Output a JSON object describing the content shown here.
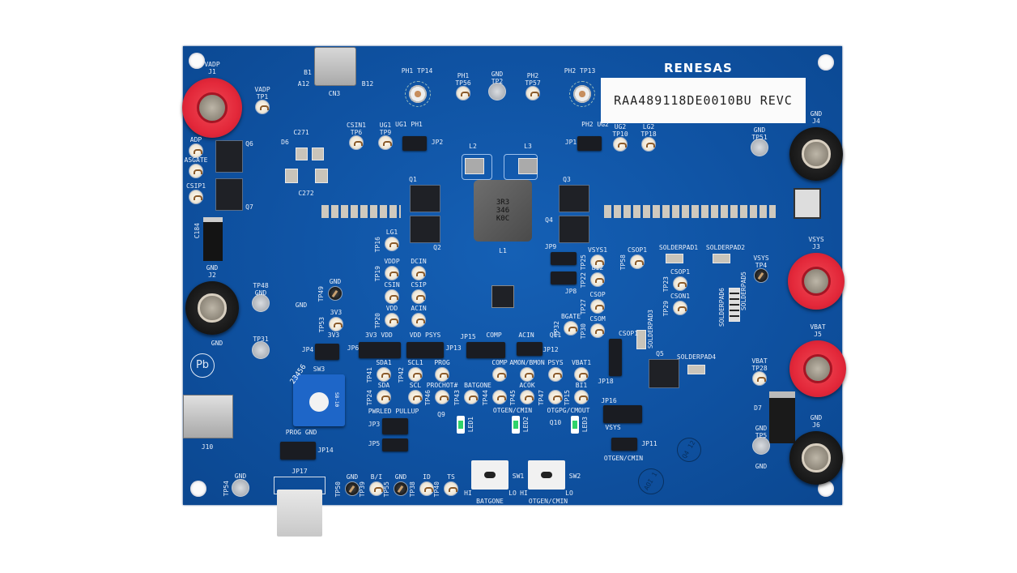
{
  "board": {
    "brand": "RENESAS",
    "part_label": "RAA489118DE0010BU REVC",
    "board_color": "#0f52a2",
    "inductor_marking": [
      "3R3",
      "346",
      "K0C"
    ],
    "rotary_switch": {
      "ref": "SW3",
      "digits": "23456",
      "marking": "S8-10"
    }
  },
  "posts": [
    {
      "name": "VADP",
      "ref": "J1",
      "color": "red"
    },
    {
      "name": "GND",
      "ref": "J4",
      "color": "black"
    },
    {
      "name": "GND",
      "ref": "J2",
      "color": "black"
    },
    {
      "name": "VSYS",
      "ref": "J3",
      "color": "red"
    },
    {
      "name": "VBAT",
      "ref": "J5",
      "color": "red"
    },
    {
      "name": "GND",
      "ref": "J6",
      "color": "black"
    }
  ],
  "testpoints": [
    {
      "label": "VADP",
      "ref": "TP1",
      "style": "white"
    },
    {
      "label": "ADP",
      "ref": "",
      "style": "white"
    },
    {
      "label": "ASGATE",
      "ref": "",
      "style": "white"
    },
    {
      "label": "CSIP1",
      "ref": "",
      "style": "white"
    },
    {
      "label": "CSIN1",
      "ref": "TP6",
      "style": "white"
    },
    {
      "label": "UG1",
      "ref": "TP9",
      "style": "white"
    },
    {
      "label": "PH1",
      "ref": "TP56",
      "style": "white"
    },
    {
      "label": "GND",
      "ref": "TP2",
      "style": "gray"
    },
    {
      "label": "PH2",
      "ref": "TP57",
      "style": "white"
    },
    {
      "label": "UG2",
      "ref": "TP10",
      "style": "white"
    },
    {
      "label": "LG2",
      "ref": "TP18",
      "style": "white"
    },
    {
      "label": "GND",
      "ref": "TP51",
      "style": "gray"
    },
    {
      "label": "LG1",
      "ref": "TP16",
      "style": "white"
    },
    {
      "label": "VDDP",
      "ref": "TP19",
      "style": "white"
    },
    {
      "label": "DCIN",
      "ref": "",
      "style": "white"
    },
    {
      "label": "CSIN",
      "ref": "",
      "style": "white"
    },
    {
      "label": "CSIP",
      "ref": "",
      "style": "white"
    },
    {
      "label": "VDD",
      "ref": "TP20",
      "style": "white"
    },
    {
      "label": "ACIN",
      "ref": "",
      "style": "white"
    },
    {
      "label": "GND",
      "ref": "TP49",
      "style": "black"
    },
    {
      "label": "3V3",
      "ref": "TP53",
      "style": "white"
    },
    {
      "label": "TP48",
      "ref": "GND",
      "style": "gray"
    },
    {
      "label": "TP31",
      "ref": "",
      "style": "gray"
    },
    {
      "label": "VSYS1",
      "ref": "TP25",
      "style": "white"
    },
    {
      "label": "BI2",
      "ref": "TP22",
      "style": "white"
    },
    {
      "label": "CSOP",
      "ref": "TP27",
      "style": "white"
    },
    {
      "label": "CSOM",
      "ref": "TP30",
      "style": "white"
    },
    {
      "label": "BGATE",
      "ref": "TP32",
      "style": "white"
    },
    {
      "label": "CSOP1",
      "ref": "TP58",
      "style": "white"
    },
    {
      "label": "CSOP1",
      "ref": "TP23",
      "style": "white"
    },
    {
      "label": "CSON1",
      "ref": "TP29",
      "style": "white"
    },
    {
      "label": "VSYS",
      "ref": "TP4",
      "style": "black"
    },
    {
      "label": "VBAT",
      "ref": "TP28",
      "style": "white"
    },
    {
      "label": "SDA1",
      "ref": "TP41",
      "style": "white"
    },
    {
      "label": "SCL1",
      "ref": "TP42",
      "style": "white"
    },
    {
      "label": "PROG",
      "ref": "",
      "style": "white"
    },
    {
      "label": "SDA",
      "ref": "TP24",
      "style": "white"
    },
    {
      "label": "SCL",
      "ref": "",
      "style": "white"
    },
    {
      "label": "PROCHOT#",
      "ref": "TP46",
      "style": "white"
    },
    {
      "label": "BATGONE",
      "ref": "TP43",
      "style": "white"
    },
    {
      "label": "COMP",
      "ref": "",
      "style": "white"
    },
    {
      "label": "AMON/BMON",
      "ref": "",
      "style": "white"
    },
    {
      "label": "PSYS",
      "ref": "",
      "style": "white"
    },
    {
      "label": "VBAT1",
      "ref": "",
      "style": "white"
    },
    {
      "label": "OTGEN/CMIN",
      "ref": "TP44",
      "style": "white"
    },
    {
      "label": "ACOK",
      "ref": "TP45",
      "style": "white"
    },
    {
      "label": "OTGPG/CMOUT",
      "ref": "TP47",
      "style": "white"
    },
    {
      "label": "BI1",
      "ref": "TP15",
      "style": "white"
    },
    {
      "label": "GND",
      "ref": "TP54",
      "style": "gray"
    },
    {
      "label": "GND",
      "ref": "TP50",
      "style": "black"
    },
    {
      "label": "B/I",
      "ref": "TP39",
      "style": "white"
    },
    {
      "label": "GND",
      "ref": "TP55",
      "style": "black"
    },
    {
      "label": "ID",
      "ref": "TP38",
      "style": "white"
    },
    {
      "label": "TS",
      "ref": "TP40",
      "style": "white"
    },
    {
      "label": "GND",
      "ref": "TP5",
      "style": "gray"
    }
  ],
  "jumpers": [
    {
      "ref": "JP2",
      "text": "UG1 PH1"
    },
    {
      "ref": "JP1",
      "text": "PH2 UG2"
    },
    {
      "ref": "JP9",
      "text": ""
    },
    {
      "ref": "JP8",
      "text": ""
    },
    {
      "ref": "JP4",
      "text": "3V3"
    },
    {
      "ref": "JP6",
      "text": "3V3 VDD"
    },
    {
      "ref": "JP13",
      "text": "VDD PSYS"
    },
    {
      "ref": "JP15",
      "text": "COMP"
    },
    {
      "ref": "JP12",
      "text": "ACIN"
    },
    {
      "ref": "JP3",
      "text": "PWRLED PULLUP"
    },
    {
      "ref": "JP5",
      "text": ""
    },
    {
      "ref": "JP14",
      "text": "PROG GND"
    },
    {
      "ref": "JP18",
      "text": "CSOP1"
    },
    {
      "ref": "JP16",
      "text": "VSYS"
    },
    {
      "ref": "JP11",
      "text": "OTGEN/CMIN"
    }
  ],
  "parts": {
    "cn3": "CN3",
    "cn3_pins": [
      "B1",
      "A12",
      "B12"
    ],
    "l1": "L1",
    "l2": "L2",
    "l3": "L3",
    "q": [
      "Q1",
      "Q2",
      "Q3",
      "Q4",
      "Q5",
      "Q6",
      "Q7",
      "Q9",
      "Q10",
      "Q11"
    ],
    "d6": "D6",
    "d7": "D7",
    "c184": "C184",
    "c272": "C272",
    "c271": "C271",
    "ph1_tp": "PH1 TP14",
    "ph2_tp": "PH2 TP13",
    "j10": "J10",
    "jp17": "JP17",
    "sw1": "SW1",
    "sw2": "SW2",
    "hi": "HI",
    "lo": "LO",
    "sw1_label": "BATGONE",
    "sw2_label": "OTGEN/CMIN",
    "leds": [
      "LED1",
      "LED2",
      "LED3"
    ],
    "solderpads": [
      "SOLDERPAD1",
      "SOLDERPAD2",
      "SOLDERPAD3",
      "SOLDERPAD4",
      "SOLDERPAD5",
      "SOLDERPAD6"
    ],
    "gnd_silk": "GND",
    "marks": [
      "AOI 1",
      "Q4 12"
    ]
  }
}
